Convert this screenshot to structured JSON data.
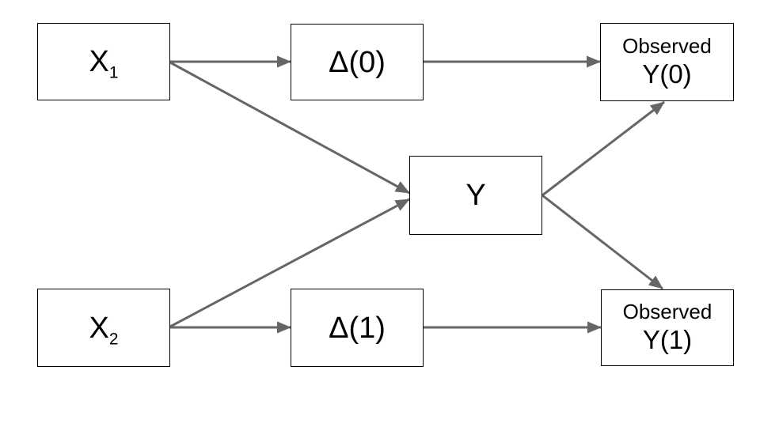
{
  "diagram": {
    "background_color": "#ffffff",
    "colors": {
      "arrow": "#666666",
      "box_border": "#000000",
      "box_fill": "#ffffff",
      "text": "#000000"
    },
    "nodes": {
      "x1": {
        "base": "X",
        "sub": "1"
      },
      "delta0": {
        "label": "Δ(0)"
      },
      "observed_y0": {
        "line1": "Observed",
        "line2": "Y(0)"
      },
      "y": {
        "label": "Y"
      },
      "x2": {
        "base": "X",
        "sub": "2"
      },
      "delta1": {
        "label": "Δ(1)"
      },
      "observed_y1": {
        "line1": "Observed",
        "line2": "Y(1)"
      }
    },
    "edges": [
      {
        "from": "X1",
        "to": "Δ(0)"
      },
      {
        "from": "Δ(0)",
        "to": "Observed Y(0)"
      },
      {
        "from": "X1",
        "to": "Y"
      },
      {
        "from": "X2",
        "to": "Y"
      },
      {
        "from": "X2",
        "to": "Δ(1)"
      },
      {
        "from": "Δ(1)",
        "to": "Observed Y(1)"
      },
      {
        "from": "Y",
        "to": "Observed Y(0)"
      },
      {
        "from": "Y",
        "to": "Observed Y(1)"
      }
    ]
  }
}
